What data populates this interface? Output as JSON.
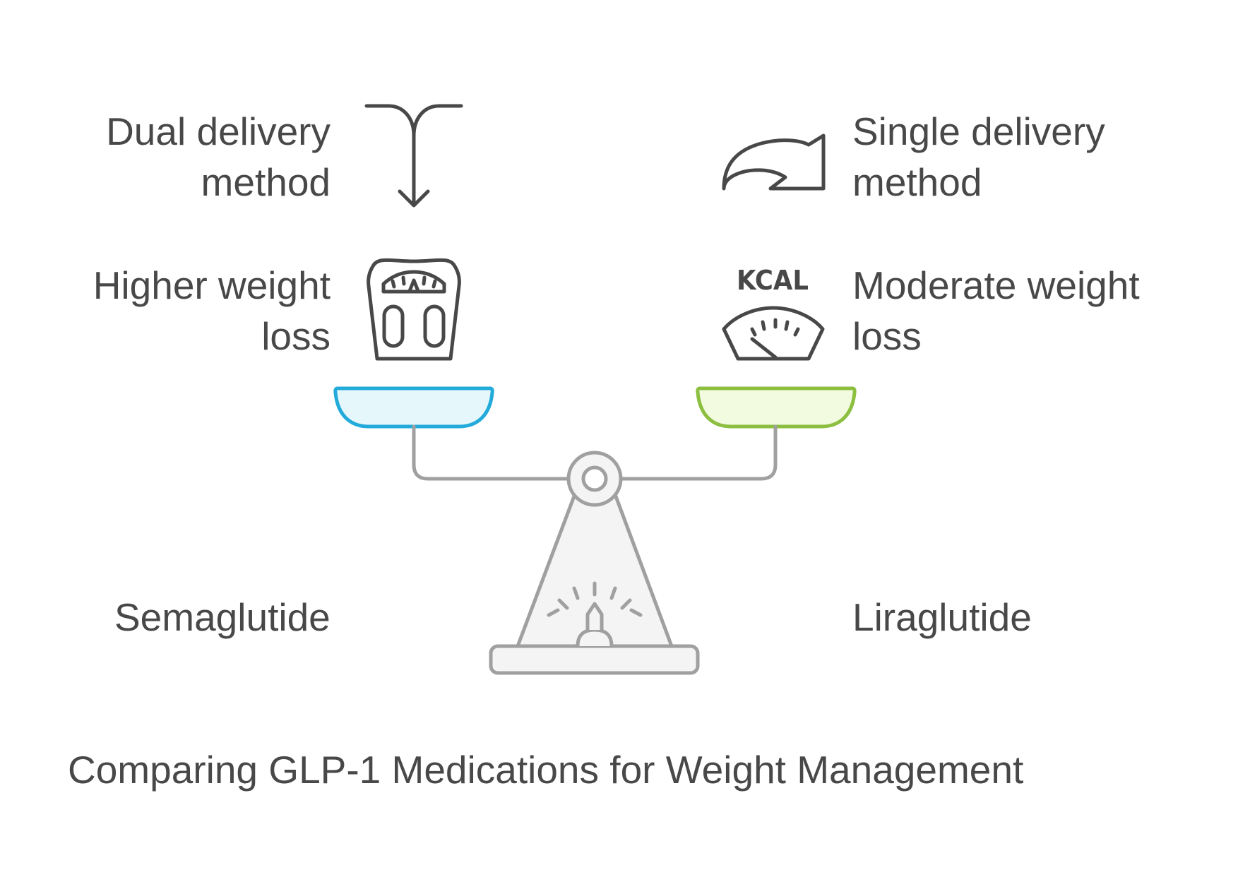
{
  "left": {
    "delivery": [
      "Dual delivery",
      "method"
    ],
    "weight": [
      "Higher weight",
      "loss"
    ],
    "medication": "Semaglutide",
    "pan_color": "#22ABDA",
    "pan_fill": "#E6F7FB",
    "icons": {
      "delivery": "split-arrow-down-icon",
      "weight": "bathroom-scale-icon"
    }
  },
  "right": {
    "delivery": [
      "Single delivery",
      "method"
    ],
    "weight": [
      "Moderate weight",
      "loss"
    ],
    "medication": "Liraglutide",
    "pan_color": "#8CBF3F",
    "pan_fill": "#F2FBE0",
    "icons": {
      "delivery": "curved-arrow-right-icon",
      "weight": "kcal-scale-icon",
      "kcal_label": "KCAL"
    }
  },
  "title": "Comparing GLP-1 Medications for Weight Management",
  "balance": {
    "icon": "balance-scale-icon",
    "stroke_color": "#A0A0A0",
    "fill_color": "#F4F4F4"
  }
}
